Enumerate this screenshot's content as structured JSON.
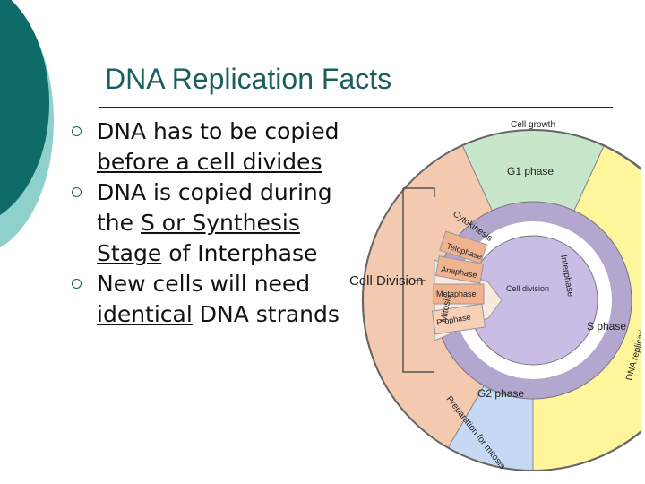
{
  "slide": {
    "title": "DNA Replication Facts",
    "bullets": [
      {
        "parts": [
          {
            "t": "DNA has to be copied "
          },
          {
            "t": "before a cell divides",
            "u": true
          }
        ]
      },
      {
        "parts": [
          {
            "t": "DNA is copied during the "
          },
          {
            "t": "S or Synthesis Stage",
            "u": true
          },
          {
            "t": " of Interphase"
          }
        ]
      },
      {
        "parts": [
          {
            "t": "New cells will need "
          },
          {
            "t": "identical",
            "u": true
          },
          {
            "t": " DNA strands"
          }
        ]
      }
    ]
  },
  "diagram": {
    "labels": {
      "cell_growth": "Cell growth",
      "g1": "G1 phase",
      "s": "S phase",
      "g2": "G2 phase",
      "cytokinesis": "Cytokinesis",
      "telophase": "Telophase",
      "anaphase": "Anaphase",
      "metaphase": "Metaphase",
      "prophase": "Prophase",
      "cell_division_center": "Cell division",
      "interphase": "Interphase",
      "mitosis": "Mitosis",
      "dna_replication": "DNA replication",
      "preparation": "Preparation for mitosis",
      "cell_division_callout": "Cell Division"
    },
    "colors": {
      "g1": "#c8e6c9",
      "s": "#fff59d",
      "g2": "#c5d9f5",
      "mitosis": "#f3c9b0",
      "ring": "#b3a6cf",
      "center": "#c9bde6",
      "theme_dark": "#0e6b68",
      "theme_light": "#8fd0cc"
    }
  }
}
